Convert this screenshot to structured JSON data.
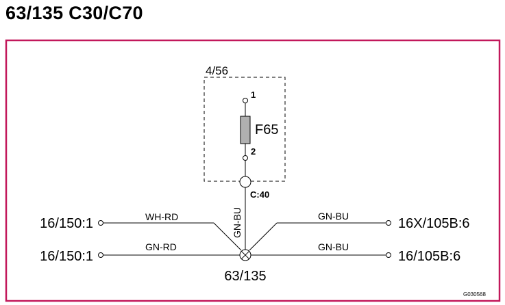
{
  "header": {
    "title": "63/135 C30/C70"
  },
  "colors": {
    "frame": "#c2185b",
    "wire": "#000000",
    "fuse_fill": "#b0b0b0"
  },
  "diagram": {
    "module_label": "4/56",
    "fuse_label": "F65",
    "pin_1": "1",
    "pin_2": "2",
    "connector_label": "C:40",
    "vertical_wire_color": "GN-BU",
    "junction_label": "63/135",
    "left_wires": [
      {
        "terminal": "16/150:1",
        "color": "WH-RD"
      },
      {
        "terminal": "16/150:1",
        "color": "GN-RD"
      }
    ],
    "right_wires": [
      {
        "terminal": "16X/105B:6",
        "color": "GN-BU"
      },
      {
        "terminal": "16/105B:6",
        "color": "GN-BU"
      }
    ],
    "drawing_code": "G030568"
  }
}
